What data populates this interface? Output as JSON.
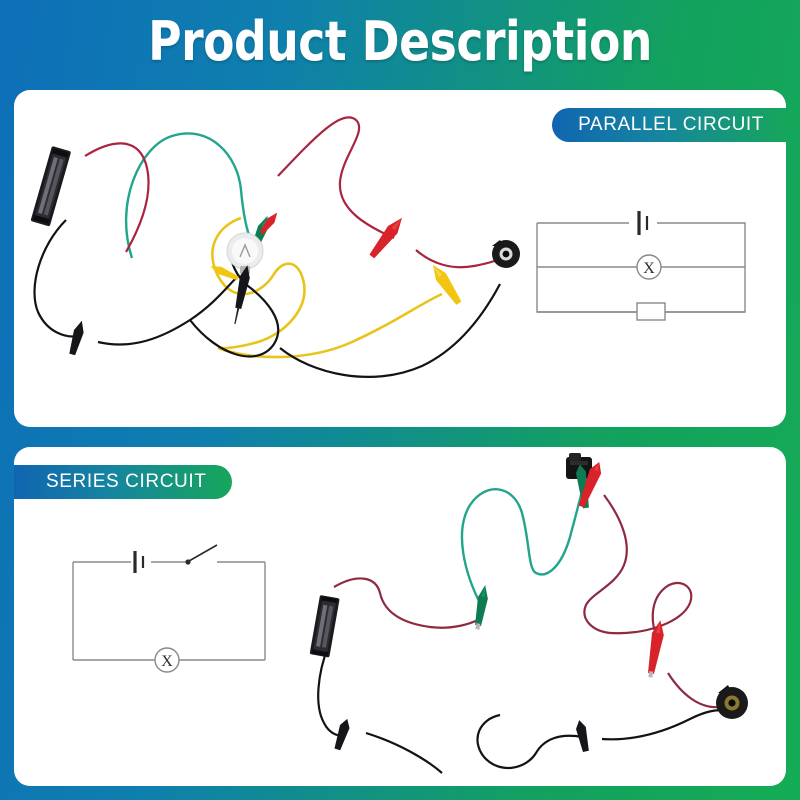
{
  "header": {
    "title": "Product Description",
    "gradient_from": "#0e6fb8",
    "gradient_to": "#14ab55"
  },
  "cards": [
    {
      "id": "parallel",
      "badge_label": "PARALLEL CIRCUIT",
      "badge_position": "right",
      "photo": {
        "alt_name": "parallel-circuit-photo",
        "components": [
          {
            "name": "battery-holder",
            "label": "AA battery holder",
            "color": "#1b1b1f"
          },
          {
            "name": "light-bulb",
            "label": "light bulb",
            "color": "#e8e8e8"
          },
          {
            "name": "buzzer",
            "label": "buzzer",
            "color": "#1a1a1a"
          },
          {
            "name": "alligator-clip-green",
            "color": "#0e7b52"
          },
          {
            "name": "alligator-clip-red",
            "color": "#d8232a"
          },
          {
            "name": "alligator-clip-yellow",
            "color": "#f2c511"
          },
          {
            "name": "alligator-clip-black",
            "color": "#15151a"
          }
        ],
        "wires": [
          {
            "name": "wire-teal",
            "color": "#22a58c"
          },
          {
            "name": "wire-red",
            "color": "#b1233f"
          },
          {
            "name": "wire-yellow",
            "color": "#e8c41b"
          },
          {
            "name": "wire-black",
            "color": "#111111"
          }
        ]
      },
      "schematic": {
        "alt_name": "parallel-circuit-schematic",
        "stroke": "#8a8a8a",
        "symbols": [
          {
            "name": "battery-symbol",
            "position": "top"
          },
          {
            "name": "lamp-symbol",
            "glyph": "X",
            "position": "middle-branch"
          },
          {
            "name": "resistor-symbol",
            "position": "bottom"
          }
        ]
      }
    },
    {
      "id": "series",
      "badge_label": "SERIES CIRCUIT",
      "badge_position": "left",
      "photo": {
        "alt_name": "series-circuit-photo",
        "components": [
          {
            "name": "battery-holder",
            "label": "AA battery holder",
            "color": "#1b1b1f"
          },
          {
            "name": "switch",
            "label": "switch",
            "color": "#141414"
          },
          {
            "name": "buzzer",
            "label": "buzzer",
            "color": "#1a1a1a"
          },
          {
            "name": "alligator-clip-green",
            "color": "#0e7b52"
          },
          {
            "name": "alligator-clip-red",
            "color": "#d8232a"
          },
          {
            "name": "alligator-clip-black",
            "color": "#15151a"
          }
        ],
        "wires": [
          {
            "name": "wire-teal",
            "color": "#22a58c"
          },
          {
            "name": "wire-dark-red",
            "color": "#8f2a42"
          },
          {
            "name": "wire-black",
            "color": "#111111"
          }
        ]
      },
      "schematic": {
        "alt_name": "series-circuit-schematic",
        "stroke": "#8a8a8a",
        "symbols": [
          {
            "name": "battery-symbol",
            "position": "top-left"
          },
          {
            "name": "switch-symbol",
            "position": "top-right",
            "state": "open"
          },
          {
            "name": "lamp-symbol",
            "glyph": "X",
            "position": "bottom"
          }
        ]
      }
    }
  ]
}
